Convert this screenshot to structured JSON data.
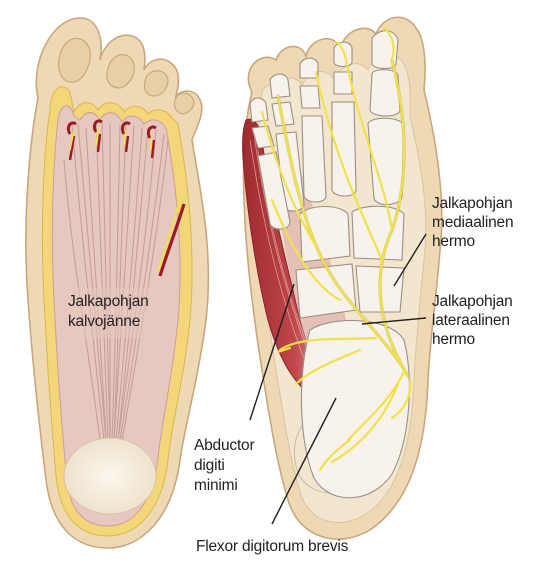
{
  "labels": {
    "plantar_fascia": [
      "Jalkapohjan",
      "kalvojänne"
    ],
    "medial_nerve": [
      "Jalkapohjan",
      "mediaalinen",
      "hermo"
    ],
    "lateral_nerve": [
      "Jalkapohjan",
      "lateraalinen",
      "hermo"
    ],
    "abductor": [
      "Abductor",
      "digiti",
      "minimi"
    ],
    "flexor": "Flexor digitorum brevis"
  },
  "colors": {
    "skin": "#efd9b4",
    "skin_outline": "#c9a77d",
    "fat_yellow": "#f3d67a",
    "fascia": "#e6c8c0",
    "fascia_line": "#c9a09a",
    "muscle": "#b5343a",
    "muscle_light": "#d9a0a0",
    "bone": "#f7f3ec",
    "bone_outline": "#9b8f84",
    "nerve": "#f1e24a",
    "nerve_outline": "#b4a030",
    "vessel_red": "#9a1b22"
  }
}
